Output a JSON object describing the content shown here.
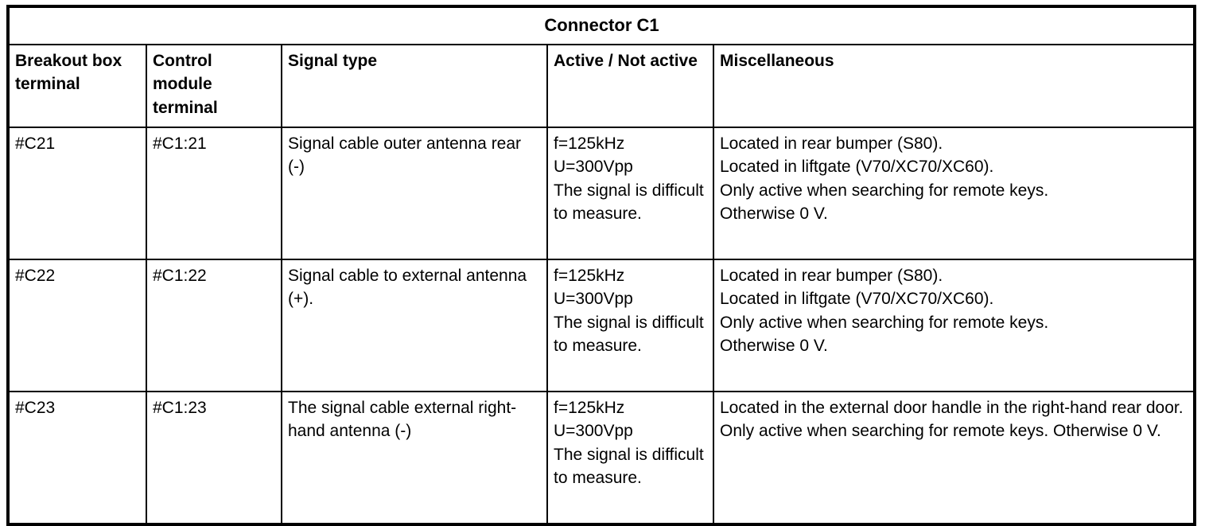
{
  "table": {
    "title": "Connector C1",
    "columns": [
      "Breakout box terminal",
      "Control module terminal",
      "Signal type",
      "Active / Not active",
      "Miscellaneous"
    ],
    "rows": [
      {
        "breakout_box_terminal": "#C21",
        "control_module_terminal": "#C1:21",
        "signal_type": "Signal cable outer antenna rear (-)",
        "active_not_active": "f=125kHz\nU=300Vpp\nThe signal is difficult to measure.",
        "miscellaneous": "Located in rear bumper (S80).\nLocated in liftgate (V70/XC70/XC60).\nOnly active when searching for remote keys.\nOtherwise 0 V."
      },
      {
        "breakout_box_terminal": "#C22",
        "control_module_terminal": "#C1:22",
        "signal_type": "Signal cable to external antenna (+).",
        "active_not_active": "f=125kHz\nU=300Vpp\nThe signal is difficult to measure.",
        "miscellaneous": "Located in rear bumper (S80).\nLocated in liftgate (V70/XC70/XC60).\nOnly active when searching for remote keys.\nOtherwise 0 V."
      },
      {
        "breakout_box_terminal": "#C23",
        "control_module_terminal": "#C1:23",
        "signal_type": "The signal cable external right-hand antenna (-)",
        "active_not_active": "f=125kHz\nU=300Vpp\nThe signal is difficult to measure.",
        "miscellaneous": "Located in the external door handle in the right-hand rear door. Only active when searching for remote keys. Otherwise 0 V."
      }
    ]
  },
  "colors": {
    "border": "#000000",
    "background": "#ffffff",
    "text": "#000000"
  }
}
